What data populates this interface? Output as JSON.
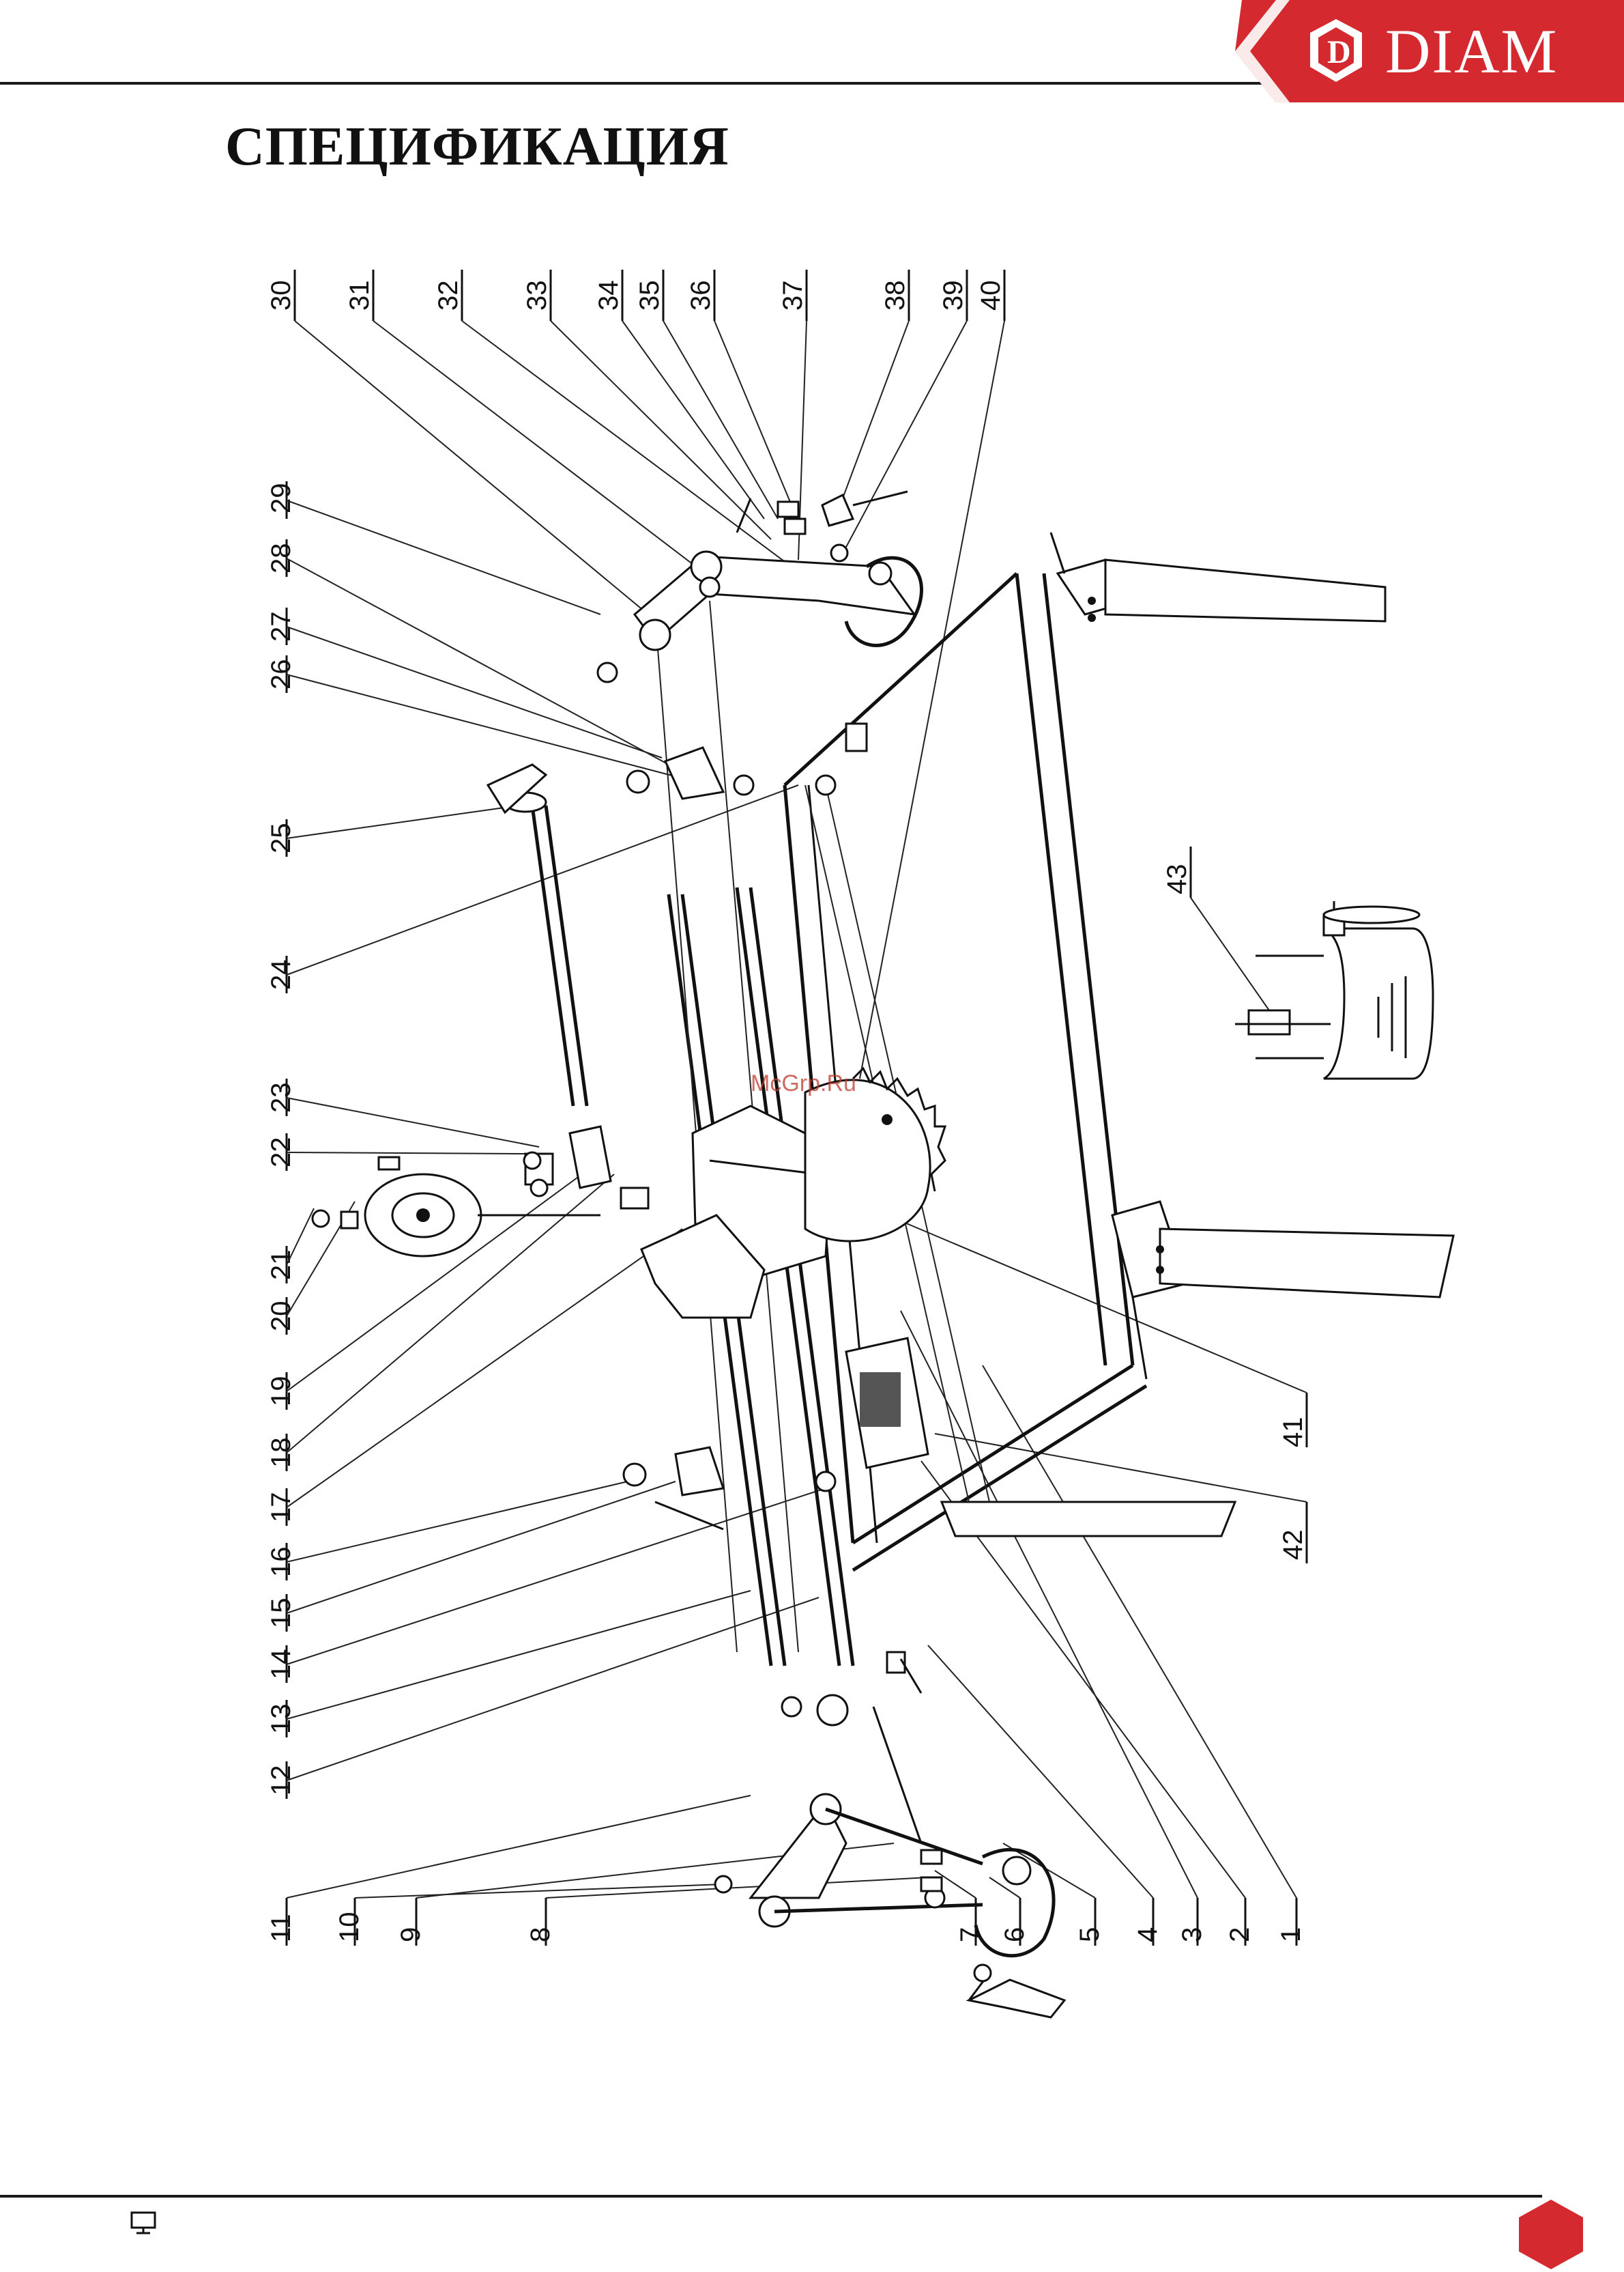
{
  "header": {
    "brand_name": "DIAM",
    "brand_colors": {
      "primary": "#d42a2f",
      "text": "#ffffff"
    }
  },
  "page": {
    "title": "СПЕЦИФИКАЦИЯ"
  },
  "drawing": {
    "watermark": "McGrp.Ru",
    "callouts_left": [
      "30",
      "31",
      "32",
      "33",
      "34",
      "35",
      "36",
      "37",
      "38",
      "39",
      "40"
    ],
    "callouts_top_row": [
      "29",
      "28",
      "27",
      "26",
      "25",
      "24",
      "23",
      "22",
      "21",
      "20",
      "19",
      "18",
      "17",
      "16",
      "15",
      "14",
      "13",
      "12",
      "11",
      "10",
      "9",
      "8",
      "7",
      "6",
      "5",
      "4",
      "3",
      "2",
      "1"
    ],
    "callouts_bottom_row": [
      "41",
      "42"
    ],
    "callout_inset": "43"
  },
  "footer": {
    "icons": [
      "monitor-icon",
      "hexagon-icon"
    ]
  }
}
